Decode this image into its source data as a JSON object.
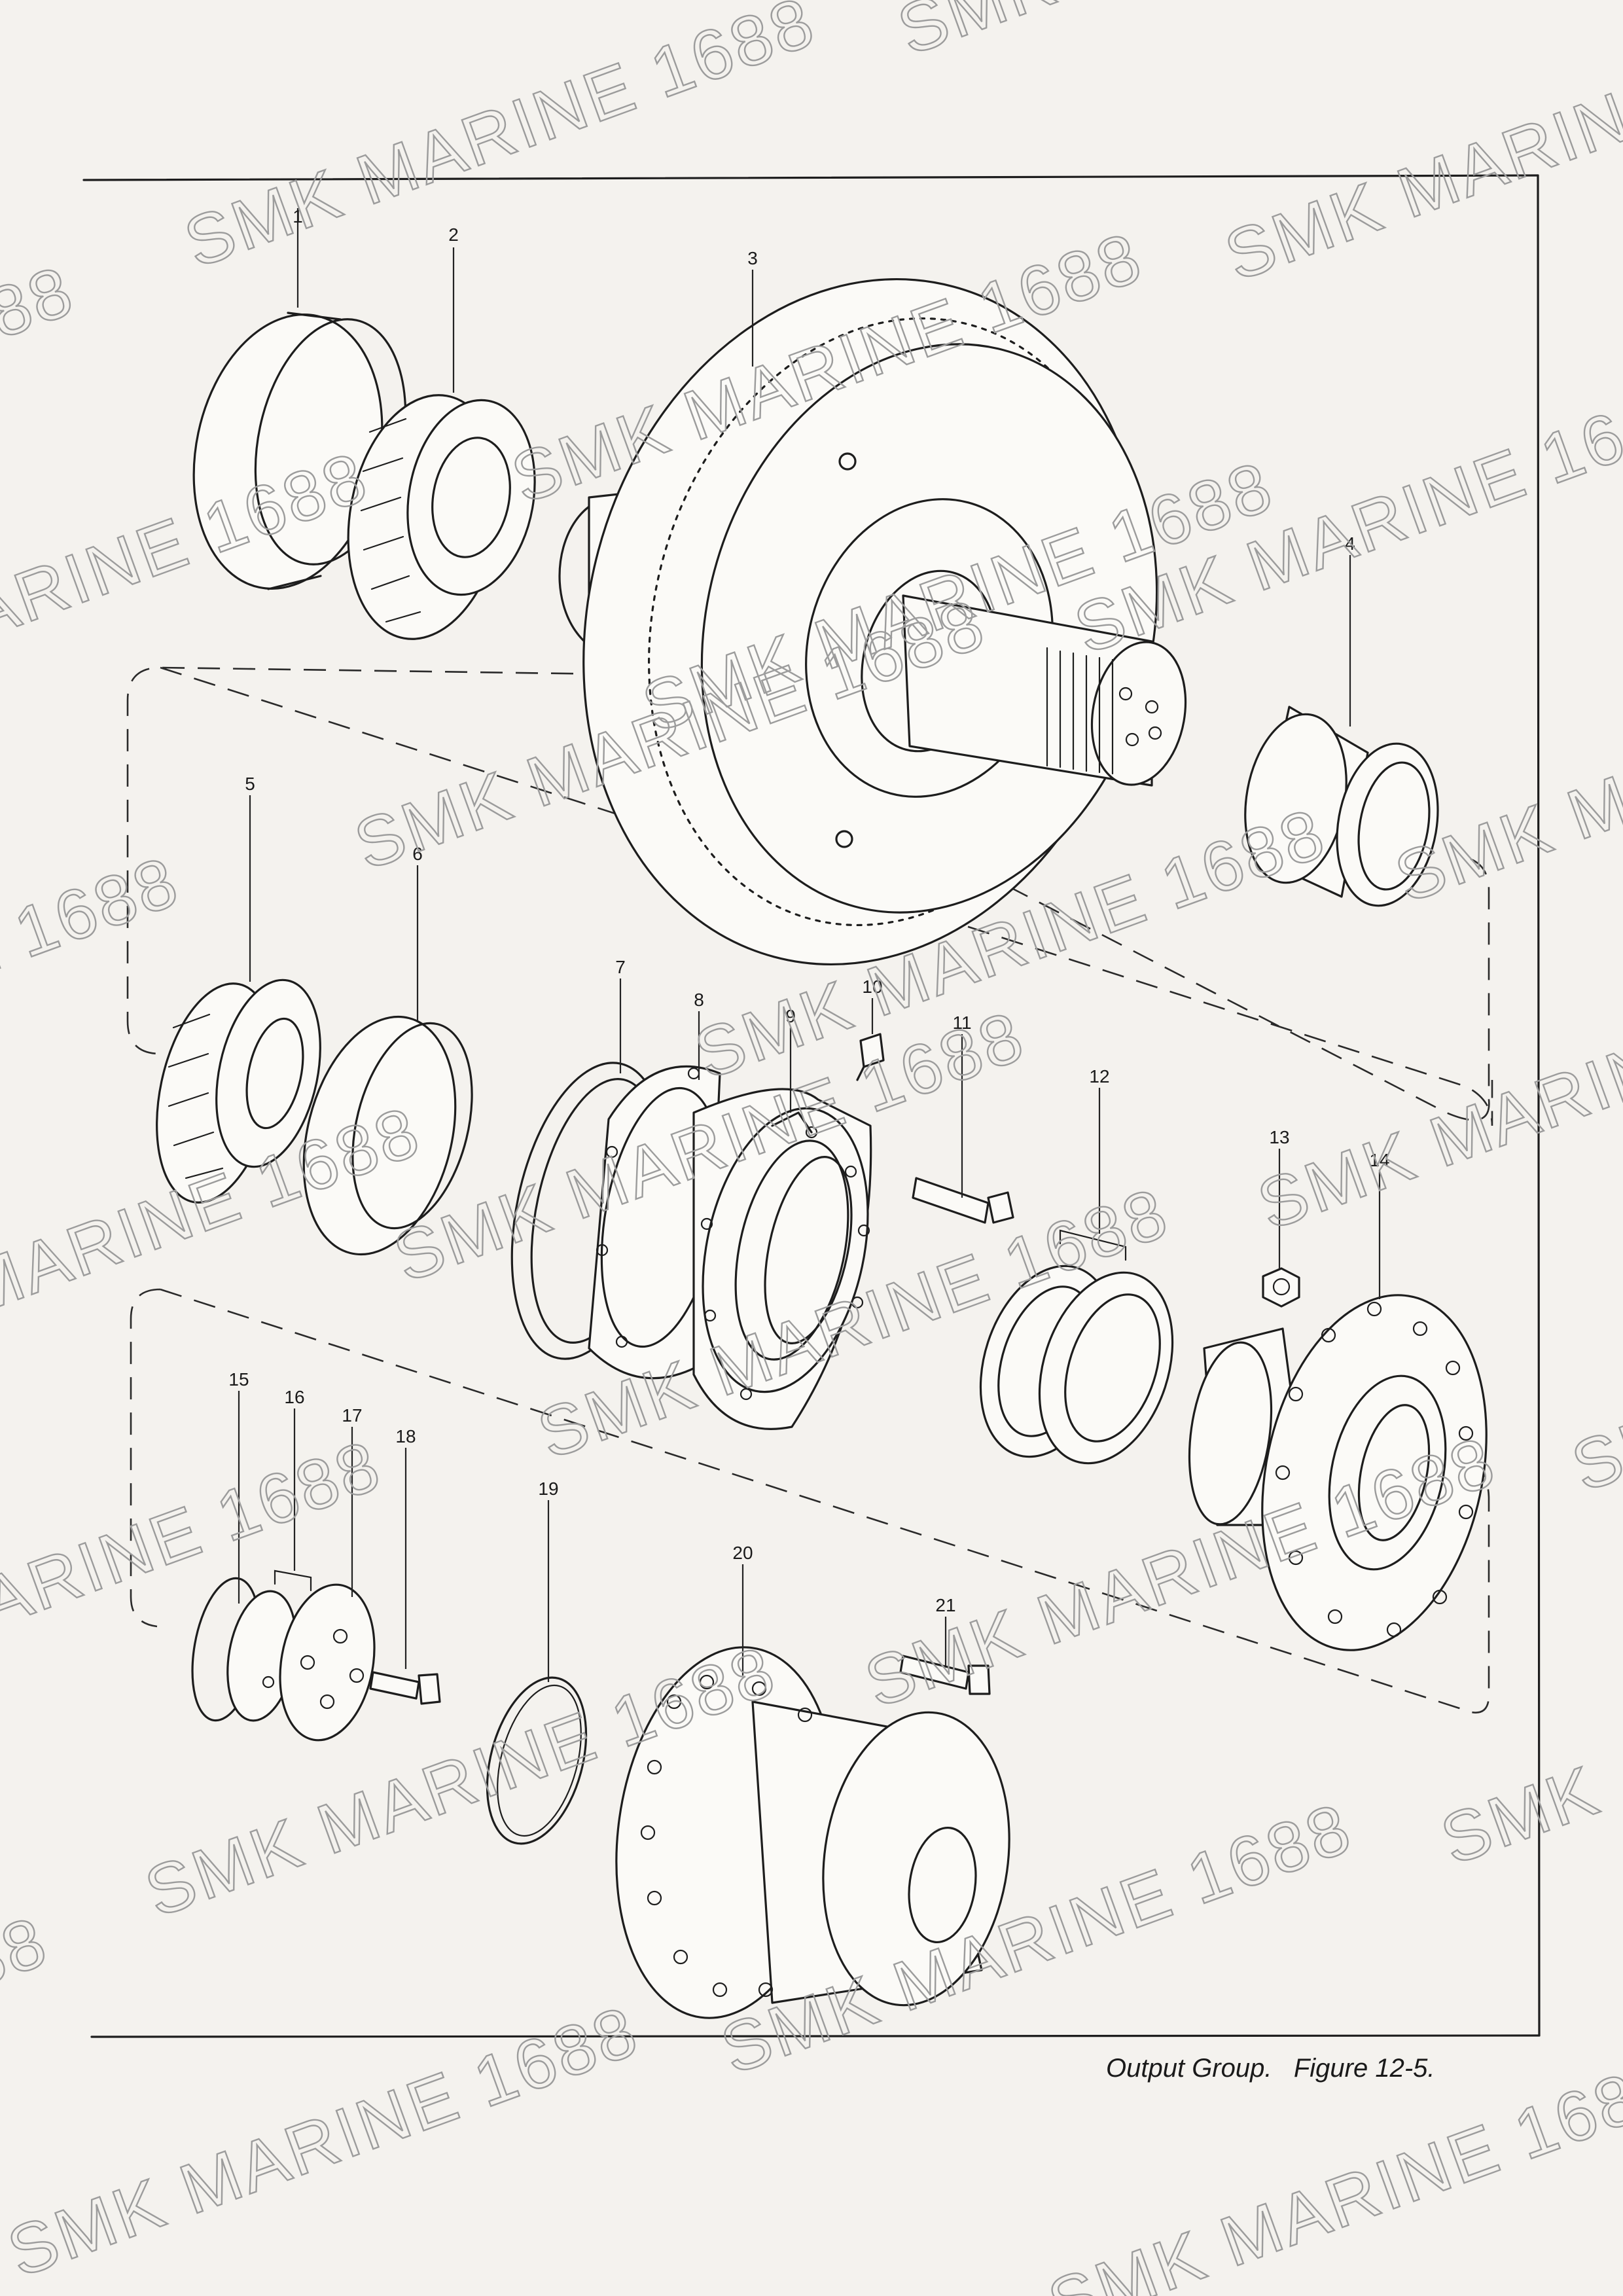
{
  "figure": {
    "caption_label": "Output Group.",
    "caption_figure": "Figure 12-5."
  },
  "callouts": [
    "1",
    "2",
    "3",
    "4",
    "5",
    "6",
    "7",
    "8",
    "9",
    "10",
    "11",
    "12",
    "13",
    "14",
    "15",
    "16",
    "17",
    "18",
    "19",
    "20",
    "21"
  ],
  "watermark": {
    "text": "SMK MARINE 1688",
    "fragments": [
      "SMK M",
      "SMK MARINE 1688",
      "SMK MARIN",
      "688",
      "SMK MARINE 1688",
      "MARINE 1688",
      "SMK MARINE 16",
      "NE 1688",
      "SMK MARINE 1688",
      "SMK M",
      "SMK MARINE 1688",
      "SMK MARIN",
      "MARINE 1688",
      "SMK MARINE 1688",
      "SMK M",
      "MARINE 1688",
      "SMK MARINE 1688",
      "SMK",
      "SMK MARINE 1688",
      "SMK MARINE 1688",
      "88",
      "SMK MARINE 1688",
      "SMK MARINE 168",
      "SMK MARINE 1688",
      "SMK MARINE 1688"
    ]
  },
  "colors": {
    "ink": "#1d1d1d",
    "paper": "#f4f2ee",
    "watermark": "#9c9c9c"
  }
}
